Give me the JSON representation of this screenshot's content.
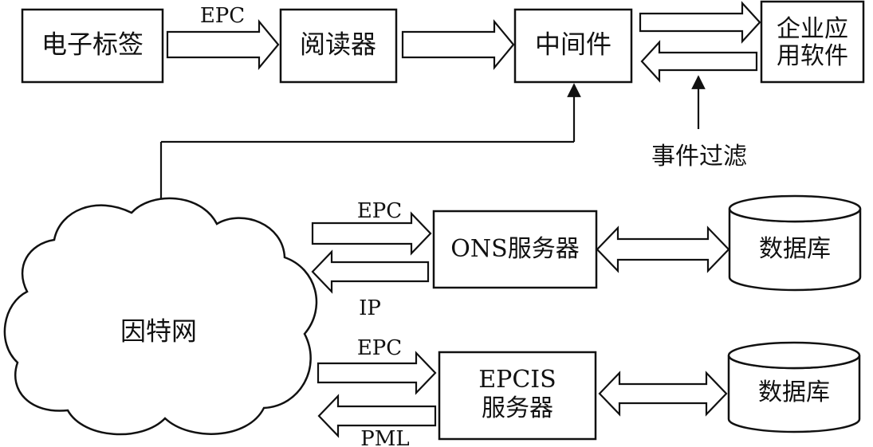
{
  "nodes": {
    "tag": "电子标签",
    "reader": "阅读器",
    "middleware": "中间件",
    "enterprise_line1": "企业应",
    "enterprise_line2": "用软件",
    "event_filter": "事件过滤",
    "internet": "因特网",
    "ons_server": "ONS服务器",
    "ons_db": "数据库",
    "epcis_line1": "EPCIS",
    "epcis_line2": "服务器",
    "epcis_db": "数据库"
  },
  "labels": {
    "tag_to_reader": "EPC",
    "internet_to_ons": "EPC",
    "ons_to_internet": "IP",
    "internet_to_epcis": "EPC",
    "epcis_to_internet": "PML"
  },
  "colors": {
    "stroke": "#111111",
    "background": "#ffffff"
  }
}
